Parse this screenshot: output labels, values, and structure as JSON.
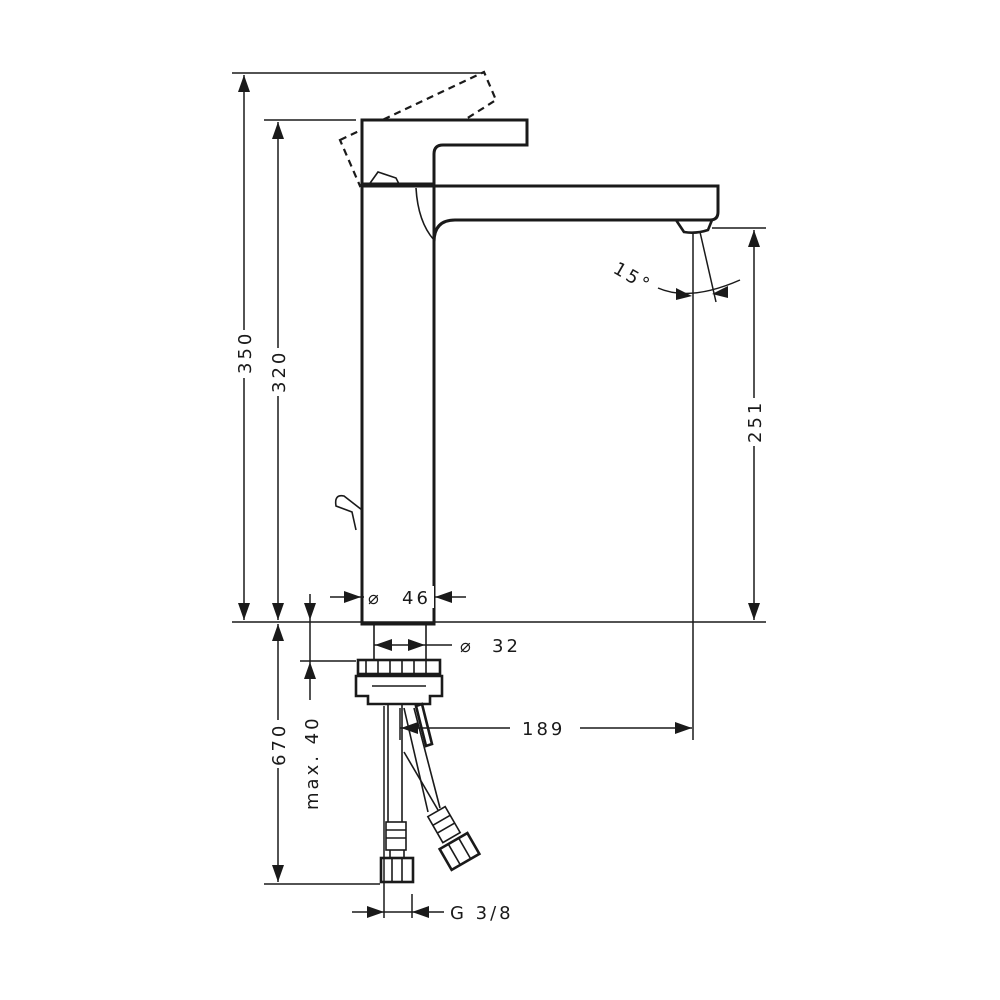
{
  "drawing": {
    "dimensions": {
      "total_height": "350",
      "handle_height": "320",
      "spout_height": "251",
      "body_diameter": "46",
      "shank_diameter": "32",
      "spout_reach": "189",
      "hose_length": "670",
      "max_thickness": "max. 40",
      "connection_thread": "G 3/8",
      "spout_angle": "15°"
    },
    "symbols": {
      "diameter": "⌀"
    }
  }
}
